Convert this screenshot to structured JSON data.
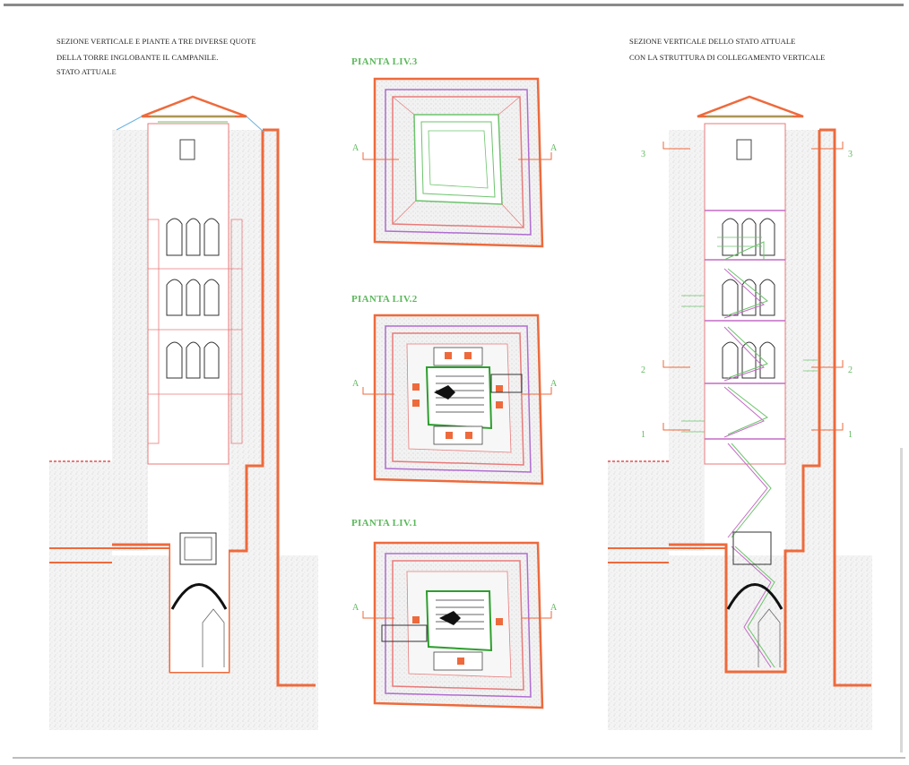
{
  "left_caption": {
    "line1": "SEZIONE VERTICALE E PIANTE A TRE DIVERSE QUOTE",
    "line2": "DELLA TORRE INGLOBANTE IL CAMPANILE.",
    "line3": "STATO ATTUALE"
  },
  "right_caption": {
    "line1": "SEZIONE VERTICALE DELLO STATO ATTUALE",
    "line2": "CON LA STRUTTURA DI COLLEGAMENTO VERTICALE"
  },
  "plans": [
    {
      "title": "PIANTA LIV.3",
      "section_mark": "A"
    },
    {
      "title": "PIANTA LIV.2",
      "section_mark": "A"
    },
    {
      "title": "PIANTA LIV.1",
      "section_mark": "A"
    }
  ],
  "level_marks": [
    "3",
    "2",
    "1"
  ],
  "colors": {
    "wall": "#ee6a3c",
    "floor_outline": "#e97a7a",
    "stair": "#6cc36c",
    "stair_alt": "#c46cc6",
    "purple_line": "#b06cd0",
    "label_green": "#5cb85c",
    "hatch": "#cfcfcf"
  }
}
